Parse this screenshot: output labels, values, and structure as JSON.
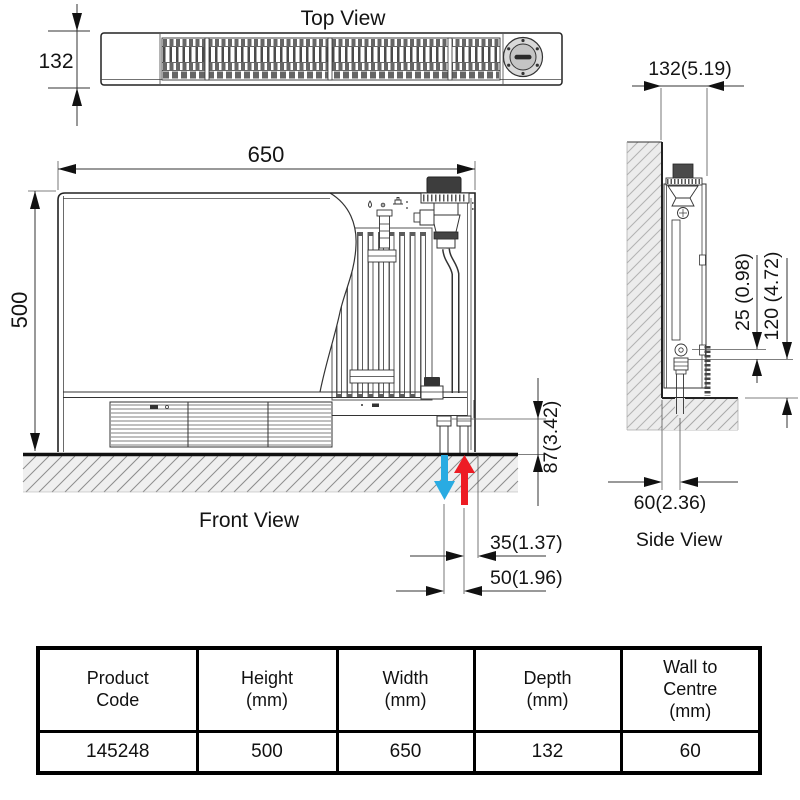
{
  "views": {
    "top": {
      "label": "Top View"
    },
    "front": {
      "label": "Front View"
    },
    "side": {
      "label": "Side View"
    }
  },
  "dimensions": {
    "top_depth": "132",
    "front_width": "650",
    "front_height": "500",
    "pipe_to_floor": "87(3.42)",
    "pipe_offset_right": "35(1.37)",
    "pipe_spacing": "50(1.96)",
    "side_depth": "132(5.19)",
    "side_pipe_drop": "25 (0.98)",
    "side_pipe_to_floor": "120 (4.72)",
    "wall_to_centre": "60(2.36)"
  },
  "flow_arrows": {
    "flow_color": "#ed1c24",
    "return_color": "#29abe2"
  },
  "table": {
    "headers": [
      "Product\nCode",
      "Height\n(mm)",
      "Width\n(mm)",
      "Depth\n(mm)",
      "Wall to\nCentre\n(mm)"
    ],
    "rows": [
      [
        "145248",
        "500",
        "650",
        "132",
        "60"
      ]
    ]
  }
}
